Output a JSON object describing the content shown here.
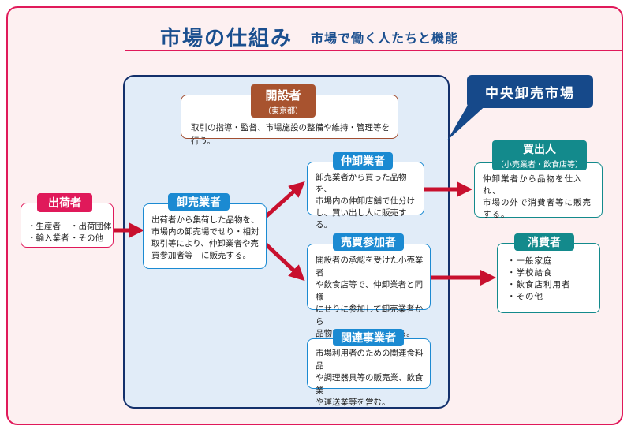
{
  "header": {
    "title": "市場の仕組み",
    "subtitle": "市場で働く人たちと機能"
  },
  "callout": {
    "label": "中央卸売市場"
  },
  "nodes": {
    "kaisetsusha": {
      "title": "開設者",
      "subtitle": "（東京都）",
      "description": "取引の指導・監督、市場施設の整備や維持・管理等を行う。"
    },
    "shukkasha": {
      "title": "出荷者",
      "items": [
        "・生産者",
        "・出荷団体",
        "・輸入業者",
        "・その他"
      ]
    },
    "oroshiuri": {
      "title": "卸売業者",
      "lines": [
        "出荷者から集荷した品物を、",
        "市場内の卸売場でせり・相対",
        "取引等により、仲卸業者や売",
        "買参加者等　に販売する。"
      ]
    },
    "nakaoroshi": {
      "title": "仲卸業者",
      "lines": [
        "卸売業者から買った品物を、",
        "市場内の仲卸店舗で仕分け",
        "し、買い出し人に販売する。"
      ]
    },
    "baibai": {
      "title": "売買参加者",
      "lines": [
        "開設者の承認を受けた小売業者",
        "や飲食店等で、仲卸業者と同様",
        "にせりに参加して卸売業者から",
        "品物を買うことができる。"
      ]
    },
    "kanren": {
      "title": "関連事業者",
      "lines": [
        "市場利用者のための関連食料品",
        "や調理器具等の販売業、飲食業",
        "や運送業等を営む。"
      ]
    },
    "kaidashinin": {
      "title": "買出人",
      "subtitle": "（小売業者・飲食店等）",
      "lines": [
        "仲卸業者から品物を仕入れ、",
        "市場の外で消費者等に販売",
        "する。"
      ]
    },
    "shohisha": {
      "title": "消費者",
      "items": [
        "・一般家庭",
        "・学校給食",
        "・飲食店利用者",
        "・その他"
      ]
    }
  },
  "colors": {
    "frame": "#e0195a",
    "title": "#1b4f8f",
    "market_panel_border": "#13306b",
    "callout": "#16498a",
    "kaisetsusha": "#a8532f",
    "wholesale": "#1b8ad2",
    "buyers": "#138a8c",
    "arrow": "#c8102e"
  },
  "flows": [
    {
      "from": "shukkasha",
      "to": "oroshiuri"
    },
    {
      "from": "oroshiuri",
      "to": "nakaoroshi"
    },
    {
      "from": "oroshiuri",
      "to": "baibai"
    },
    {
      "from": "nakaoroshi",
      "to": "kaidashinin"
    },
    {
      "from": "baibai",
      "to": "shohisha"
    }
  ]
}
